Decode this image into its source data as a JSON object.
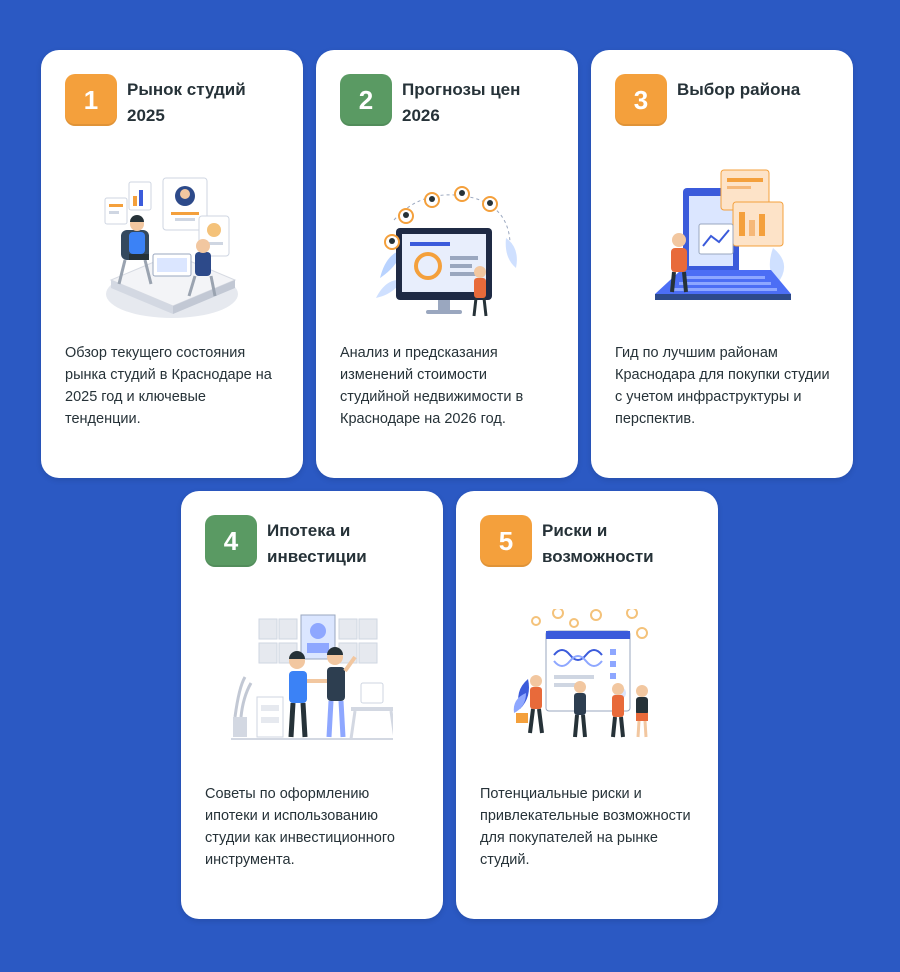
{
  "cards": [
    {
      "number": "1",
      "title": "Рынок студий 2025",
      "description": "Обзор текущего состояния рынка студий в Краснодаре на 2025 год и ключевые тенденции.",
      "badge_color": "#f4a03c",
      "icon": "market-analytics-illustration"
    },
    {
      "number": "2",
      "title": "Прогнозы цен 2026",
      "description": "Анализ и предсказания изменений стоимости студийной недвижимости в Краснодаре на 2026 год.",
      "badge_color": "#5a9a63",
      "icon": "price-forecast-illustration"
    },
    {
      "number": "3",
      "title": "Выбор района",
      "description": "Гид по лучшим районам Краснодара для покупки студии с учетом инфраструктуры и перспектив.",
      "badge_color": "#f4a03c",
      "icon": "district-choice-illustration"
    },
    {
      "number": "4",
      "title": "Ипотека и инвестиции",
      "description": "Советы по оформлению ипотеки и использованию студии как инвестиционного инструмента.",
      "badge_color": "#5a9a63",
      "icon": "mortgage-deal-illustration"
    },
    {
      "number": "5",
      "title": "Риски и возможности",
      "description": "Потенциальные риски и привлекательные возможности для покупателей на рынке студий.",
      "badge_color": "#f4a03c",
      "icon": "risks-opportunities-illustration"
    }
  ]
}
